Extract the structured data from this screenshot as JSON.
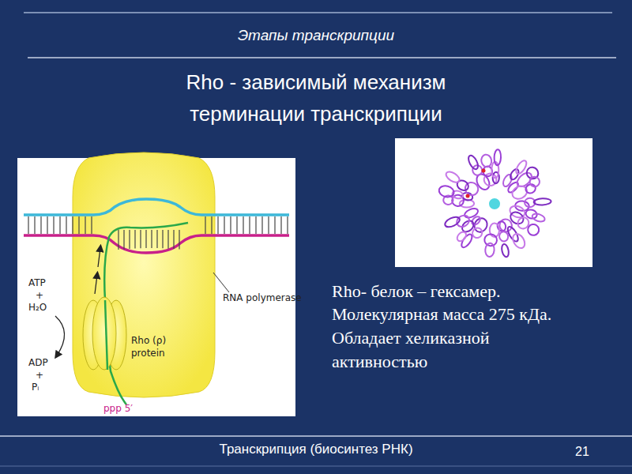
{
  "diagram": {
    "title": "Rho - зависимый механизм терминации транскрипции",
    "labels": [
      "Этапы транскрипции",
      "ATP",
      "+",
      "H₂O",
      "ADP",
      "+",
      "Pᵢ",
      "Rho (ρ) protein",
      "RNA polymerase",
      "ppp 5′",
      "Rho- белок – гексамер.",
      "Молекулярная масса 275 кДа.",
      "Обладает хеликазной активностью",
      "Транскрипция (биосинтез РНК)",
      "21"
    ]
  }
}
